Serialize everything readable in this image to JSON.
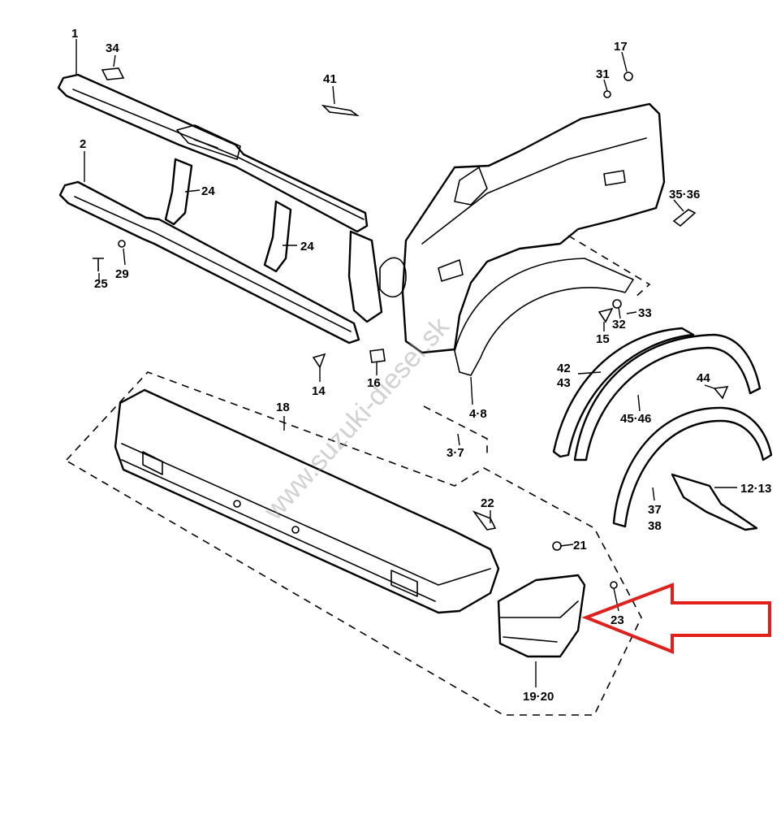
{
  "watermark": "www.suzuki-diesel.sk",
  "callout_labels": {
    "p1": "1",
    "p2": "2",
    "p34": "34",
    "p41": "41",
    "p17": "17",
    "p31": "31",
    "p24a": "24",
    "p24b": "24",
    "p35_36": "35·36",
    "p25": "25",
    "p29": "29",
    "p33": "33",
    "p32": "32",
    "p15": "15",
    "p14": "14",
    "p16": "16",
    "p42": "42",
    "p43": "43",
    "p44": "44",
    "p18": "18",
    "p4_8": "4·8",
    "p45_46": "45·46",
    "p3_7": "3·7",
    "p12_13": "12·13",
    "p22": "22",
    "p37": "37",
    "p38": "38",
    "p21": "21",
    "p23": "23",
    "p19_20": "19·20"
  },
  "highlight_arrow_color": "#e0201a"
}
